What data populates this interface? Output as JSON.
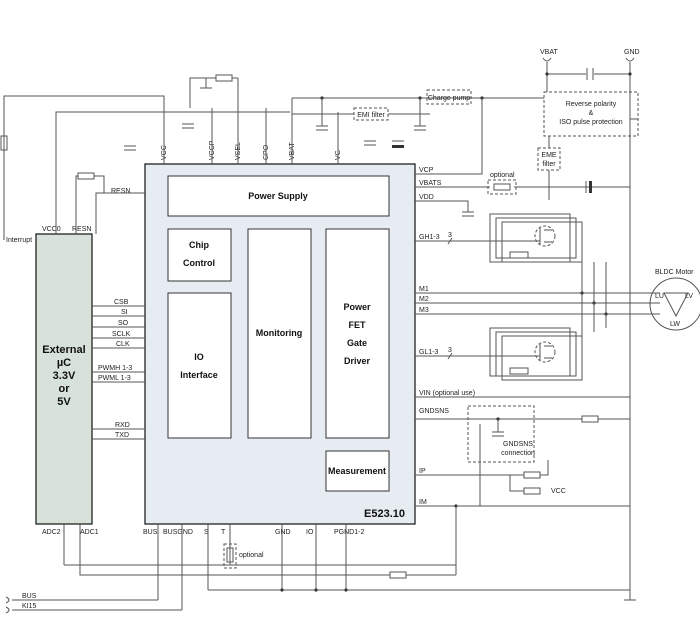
{
  "chip": {
    "name": "E523.10",
    "blocks": {
      "power_supply": "Power Supply",
      "chip_control": [
        "Chip",
        "Control"
      ],
      "io_interface": [
        "IO",
        "Interface"
      ],
      "monitoring": "Monitoring",
      "power_fet": [
        "Power",
        "FET",
        "Gate",
        "Driver"
      ],
      "measurement": "Measurement"
    },
    "top_pins": [
      "VCC",
      "VCCP",
      "VSEL",
      "CPO",
      "VBAT",
      "VG"
    ],
    "left_pins": [
      "RESN",
      "CSB",
      "SI",
      "SO",
      "SCLK",
      "CLK",
      "PWMH 1-3",
      "PWML 1-3",
      "RXD",
      "TXD"
    ],
    "right_pins": [
      "VCP",
      "VBATS",
      "VDD",
      "GH1-3",
      "M1",
      "M2",
      "M3",
      "GL1-3",
      "VIN (optional use)",
      "GNDSNS",
      "IP",
      "IM"
    ],
    "bottom_pins": [
      "BUS",
      "BUSGND",
      "S",
      "T",
      "GND",
      "IO",
      "PGND1-2"
    ]
  },
  "mcu": {
    "label": [
      "External",
      "µC",
      "3.3V",
      "or",
      "5V"
    ],
    "top_pins": [
      "VCC0",
      "RESN"
    ],
    "bottom_pins": [
      "ADC2",
      "ADC1"
    ],
    "interrupt": "Interrupt"
  },
  "supply": {
    "vbat": "VBAT",
    "gnd": "GND"
  },
  "annotations": {
    "charge_pump": "Charge pump",
    "emi_filter": "EMI filter",
    "reverse_polarity": [
      "Reverse polarity",
      "&",
      "ISO pulse protection"
    ],
    "eme_filter": [
      "EME",
      "filter"
    ],
    "optional_top": "optional",
    "optional_bottom": "optional",
    "bldc_motor": "BLDC Motor",
    "phases": [
      "LU",
      "LV",
      "LW"
    ],
    "gndsns_conn": [
      "GNDSNS",
      "connection"
    ],
    "vcc_small": "VCC",
    "bus_count": "3"
  },
  "external_lines": [
    "BUS",
    "KI15"
  ]
}
